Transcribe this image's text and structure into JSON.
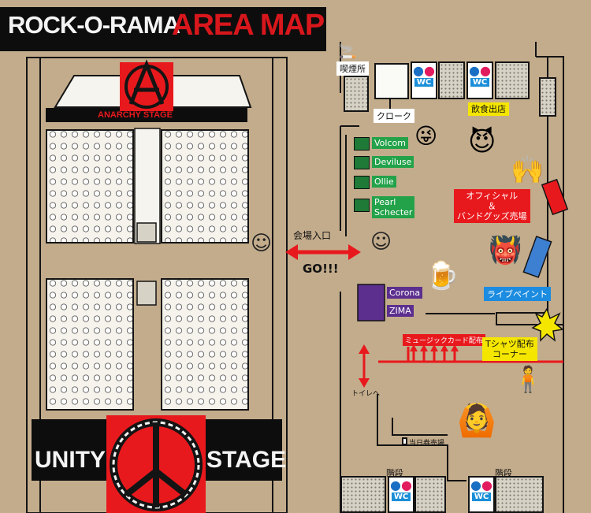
{
  "title": {
    "rock": "ROCK-O-RAMA",
    "map": "AREA MAP"
  },
  "stages": {
    "anarchy": "ANARCHY STAGE",
    "unity_left": "UNITY",
    "unity_right": "STAGE"
  },
  "entrance": {
    "label": "会場入口",
    "go": "GO!!!"
  },
  "facilities": {
    "smoking": "喫煙所",
    "cloakroom": "クローク",
    "food": "飲食出店",
    "official_goods": "オフィシャル\n＆\nバンドグッズ売場",
    "live_paint": "ライブペイント",
    "music_card": "ミュージックカード配布",
    "tshirt": "Tシャツ配布\nコーナー",
    "toilet_way": "トイレへ",
    "same_day_ticket": "当日券売場",
    "stairs_left": "階段",
    "stairs_right": "階段",
    "wc": "WC"
  },
  "sponsors": {
    "green": [
      "Volcom",
      "Deviluse",
      "Ollie",
      "Pearl\nSchecter"
    ],
    "purple": [
      "Corona",
      "ZIMA"
    ]
  },
  "colors": {
    "background": "#c3ac8c",
    "accent_red": "#e8191d",
    "title_red": "#d8171c",
    "green": "#23a24a",
    "purple": "#5c2f8e",
    "yellow": "#f5e600",
    "blue": "#1c8ce0"
  }
}
